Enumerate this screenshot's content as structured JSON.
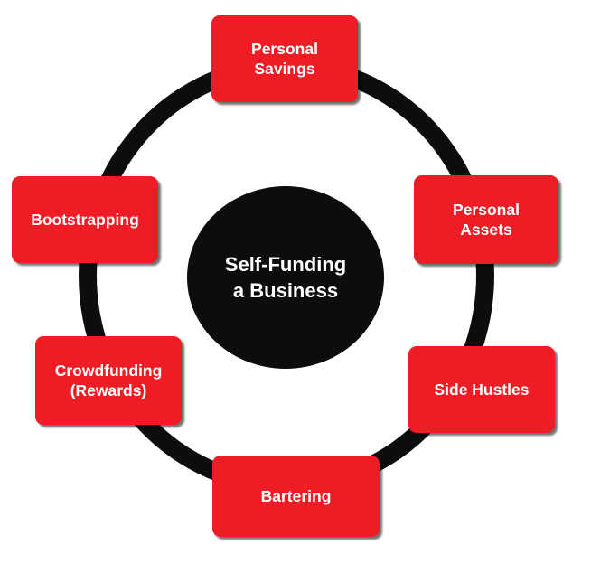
{
  "diagram": {
    "center": {
      "title": "Self-Funding\na Business"
    },
    "nodes": [
      {
        "id": "personal-savings",
        "label": "Personal\nSavings"
      },
      {
        "id": "personal-assets",
        "label": "Personal\nAssets"
      },
      {
        "id": "side-hustles",
        "label": "Side Hustles"
      },
      {
        "id": "bartering",
        "label": "Bartering"
      },
      {
        "id": "crowdfunding-rewards",
        "label": "Crowdfunding\n(Rewards)"
      },
      {
        "id": "bootstrapping",
        "label": "Bootstrapping"
      }
    ]
  },
  "colors": {
    "node_fill": "#ee1c25",
    "ring": "#0d0d0d",
    "center_fill": "#0d0d0d",
    "text": "#ffffff"
  }
}
